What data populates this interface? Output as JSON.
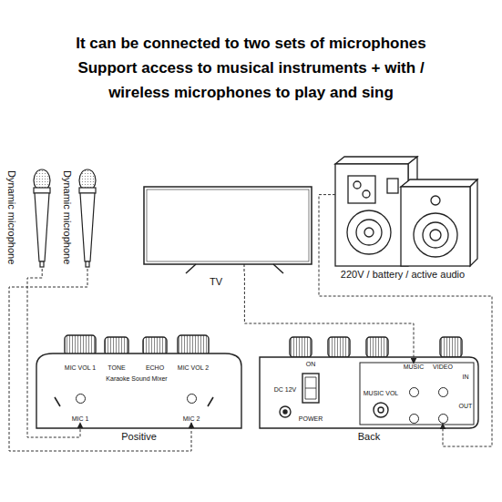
{
  "diagram": {
    "title": "It can be connected to two sets of microphones Support access to musical instruments + with / wireless microphones to play and sing",
    "nodes": [
      {
        "text": [
          "Dynamic microphone"
        ]
      },
      {
        "text": [
          "Dynamic microphone"
        ]
      },
      {
        "text": [
          "TV"
        ]
      },
      {
        "text": [
          "220V / battery / active audio"
        ]
      },
      {
        "text": [
          "Positive"
        ]
      },
      {
        "text": [
          "MIC 1"
        ],
        "in": 4
      },
      {
        "text": [
          "MIC 2"
        ],
        "in": 4
      },
      {
        "text": [
          "Back"
        ]
      },
      {
        "text": [
          "MUSIC"
        ],
        "in": 7
      },
      {
        "text": [
          "VIDEO"
        ],
        "in": 7
      }
    ],
    "edges": [
      {
        "from": 0,
        "to": 5,
        "arrow": "to"
      },
      {
        "from": 1,
        "to": 6,
        "arrow": "to"
      },
      {
        "from": 2,
        "to": 8,
        "arrow": "to"
      },
      {
        "from": 3,
        "to": 9,
        "arrow": "to"
      }
    ],
    "labels": [
      "MIC VOL 1",
      "TONE",
      "ECHO",
      "MIC VOL 2",
      "Karaoke Sound Mixer",
      "DC 12V",
      "ON",
      "POWER",
      "MUSIC VOL",
      "IN",
      "OUT"
    ]
  }
}
